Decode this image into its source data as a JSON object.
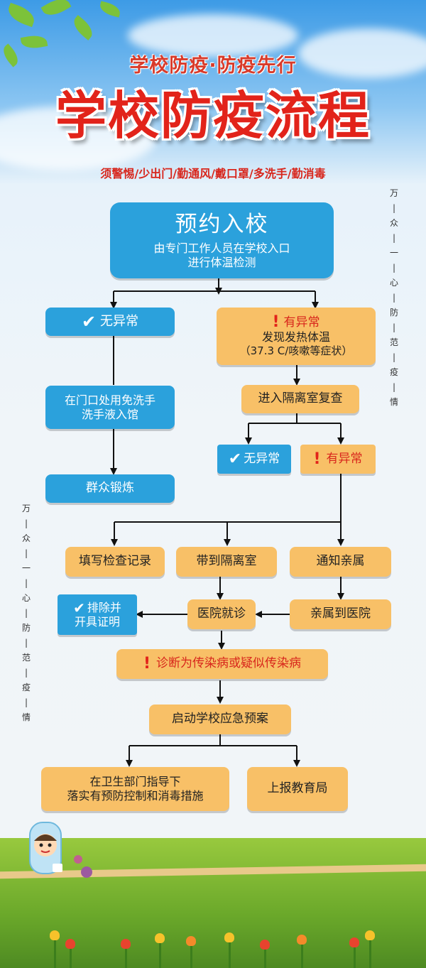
{
  "header": {
    "slogan": "学校防疫·防疫先行",
    "title": "学校防疫流程",
    "subtitle": "须警惕/少出门/勤通风/戴口罩/多洗手/勤消毒"
  },
  "side_text": [
    "万",
    "众",
    "一",
    "心",
    "防",
    "范",
    "疫",
    "情"
  ],
  "nodes": {
    "appointment_title": "预约入校",
    "appointment_desc_1": "由专门工作人员在学校入口",
    "appointment_desc_2": "进行体温检测",
    "normal_1": "无异常",
    "handwash_1": "在门口处用免洗手",
    "handwash_2": "洗手液入馆",
    "exercise": "群众锻炼",
    "abnormal_1": "有异常",
    "fever_1": "发现发热体温",
    "fever_2": "（37.3 C/咳嗽等症状）",
    "isolation_recheck": "进入隔离室复查",
    "normal_2": "无异常",
    "abnormal_2": "有异常",
    "fill_record": "填写检查记录",
    "to_isolation": "带到隔离室",
    "notify_family": "通知亲属",
    "excluded_1": "排除并",
    "excluded_2": "开具证明",
    "hospital": "医院就诊",
    "family_hospital": "亲属到医院",
    "diagnosis": "诊断为传染病或疑似传染病",
    "emergency_plan": "启动学校应急预案",
    "measures_1": "在卫生部门指导下",
    "measures_2": "落实有预防控制和消毒措施",
    "report": "上报教育局"
  },
  "colors": {
    "title_red": "#e2231a",
    "box_blue": "#2ba1dc",
    "box_orange": "#f8c067",
    "warn_red": "#d8261c"
  },
  "icons": {
    "check": "check-icon",
    "warning": "exclamation-icon"
  }
}
